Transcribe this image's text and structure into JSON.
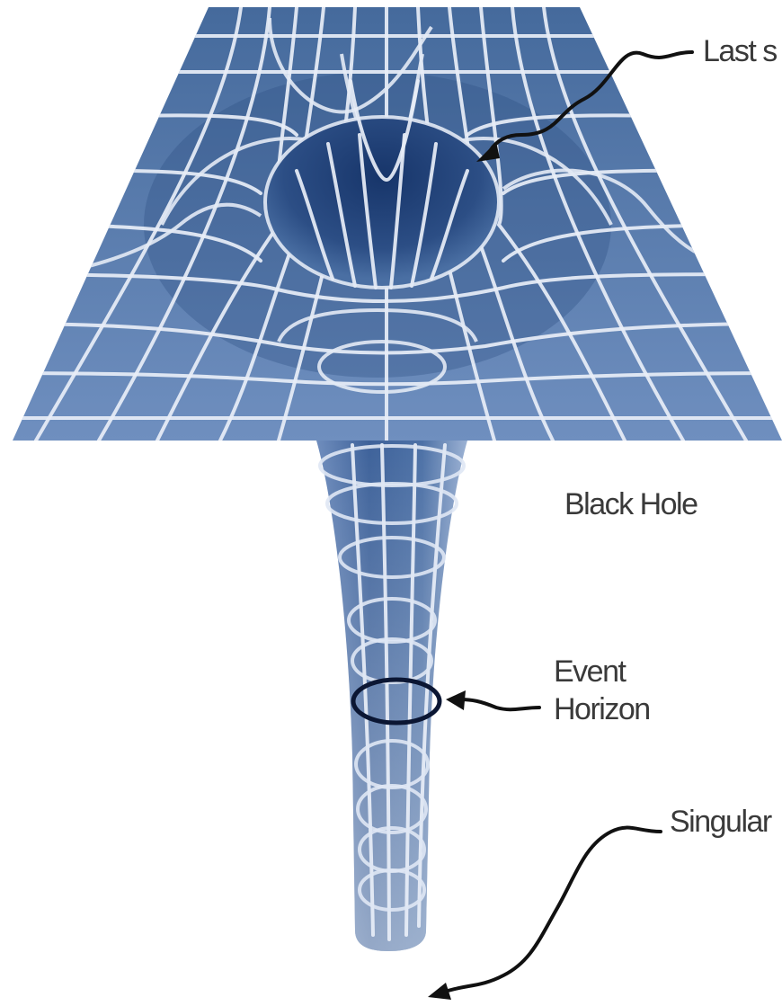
{
  "labels": {
    "last_stable_orbit": "Last s",
    "black_hole": "Black Hole",
    "event_horizon_line1": "Event",
    "event_horizon_line2": "Horizon",
    "singularity": "Singular"
  },
  "colors": {
    "sheet_top": "#3f6597",
    "sheet_bottom": "#6f8fbd",
    "well_dark": "#1f3f72",
    "grid": "#e8eef7",
    "horizon_ring": "#0b1633",
    "text": "#3a3a3a"
  }
}
